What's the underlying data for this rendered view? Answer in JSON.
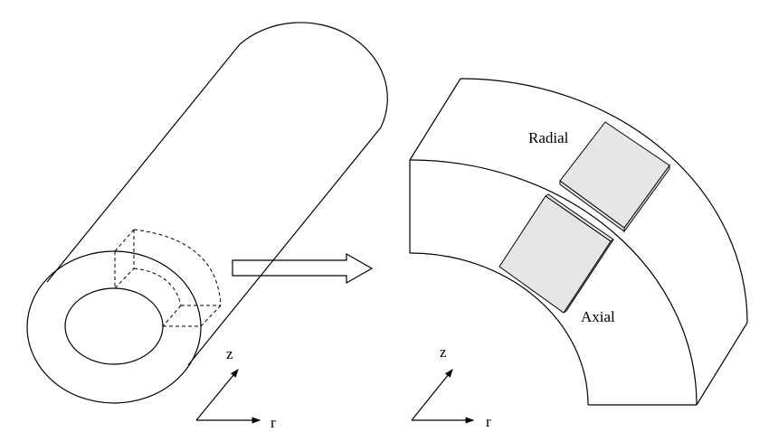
{
  "labels": {
    "radial": "Radial",
    "axial": "Axial"
  },
  "axes_left": {
    "z": "z",
    "r": "r"
  },
  "axes_right": {
    "z": "z",
    "r": "r"
  },
  "colors": {
    "pad_fill": "#e6e6e6",
    "line": "#000000"
  }
}
